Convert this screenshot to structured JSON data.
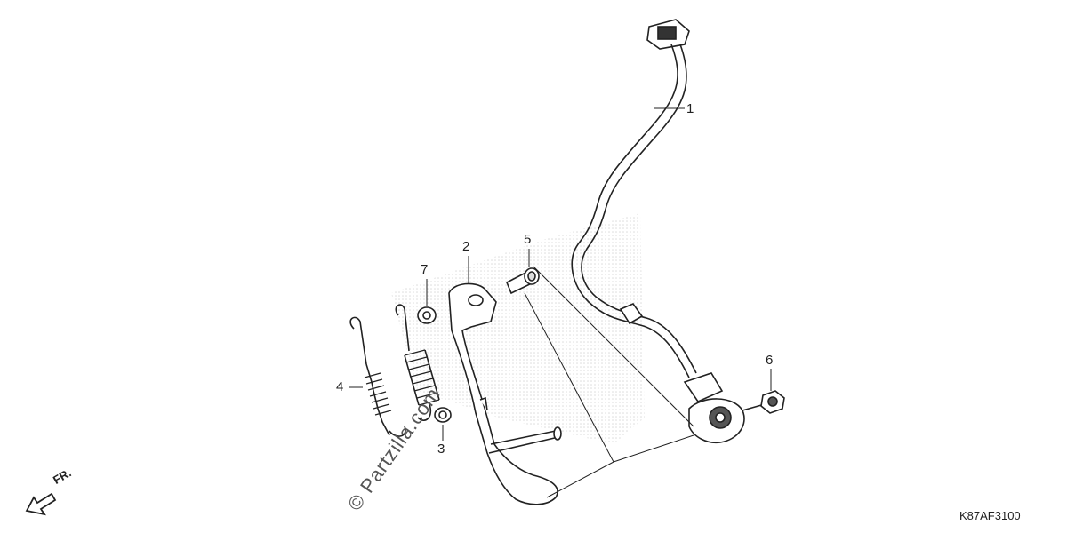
{
  "callouts": {
    "1": "1",
    "2": "2",
    "3": "3",
    "4": "4",
    "5": "5",
    "6": "6",
    "7": "7"
  },
  "diagram_code": "K87AF3100",
  "front_label": "FR.",
  "watermark": "© Partzilla.com",
  "colors": {
    "line": "#222222",
    "watermark": "#555555",
    "shade": "#d8d8d8"
  }
}
